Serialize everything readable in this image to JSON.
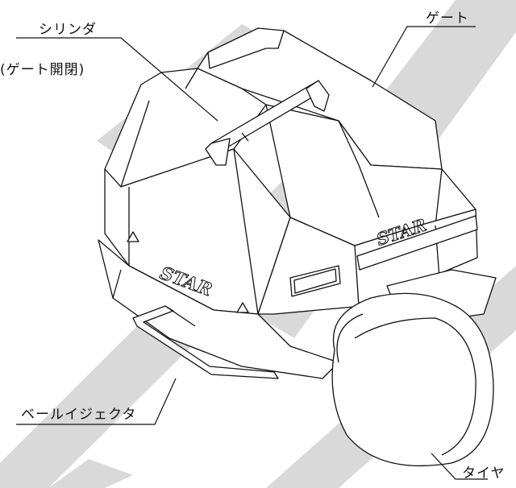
{
  "labels": {
    "cylinder": "シリンダ",
    "cylinder_sub": "(ゲート開閉)",
    "gate": "ゲート",
    "bale_ejector": "ベールイジェクタ",
    "tire": "タイヤ"
  },
  "brand": {
    "front_logo": "STAR",
    "side_logo": "STAR"
  },
  "colors": {
    "line": "#111111",
    "watermark": "#d9d9d9",
    "background": "#ffffff"
  }
}
